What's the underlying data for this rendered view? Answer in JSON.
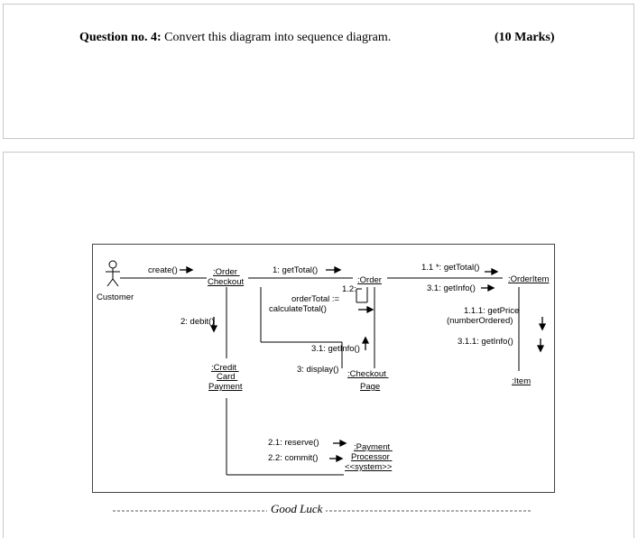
{
  "question": {
    "label": "Question no. 4:",
    "text": "Convert this diagram into sequence diagram.",
    "marks": "(10 Marks)"
  },
  "diagram": {
    "actor": "Customer",
    "objects": {
      "order_checkout": [
        ":Order",
        "Checkout"
      ],
      "order": [
        ":Order"
      ],
      "order_item": [
        ":OrderItem"
      ],
      "credit_card_payment": [
        ":Credit",
        "Card",
        "Payment"
      ],
      "checkout_page": [
        ":Checkout",
        "Page"
      ],
      "item": [
        ":Item"
      ],
      "payment_processor": [
        ":Payment",
        "Processor",
        "<<system>>"
      ]
    },
    "messages": {
      "create": "create()",
      "get_total": "1: getTotal()",
      "order_total_1": "1.2:",
      "order_total_2": "orderTotal :=",
      "order_total_3": "calculateTotal()",
      "star_get_total": "1.1 *: getTotal()",
      "get_info_item": "3.1: getInfo()",
      "get_price_1": "1.1.1: getPrice",
      "get_price_2": "(numberOrdered)",
      "get_info_sub": "3.1.1: getInfo()",
      "debit": "2: debit()",
      "get_info_order": "3.1: getInfo()",
      "display": "3: display()",
      "reserve": "2.1: reserve()",
      "commit": "2.2: commit()"
    }
  },
  "footer": {
    "text": "Good Luck"
  }
}
